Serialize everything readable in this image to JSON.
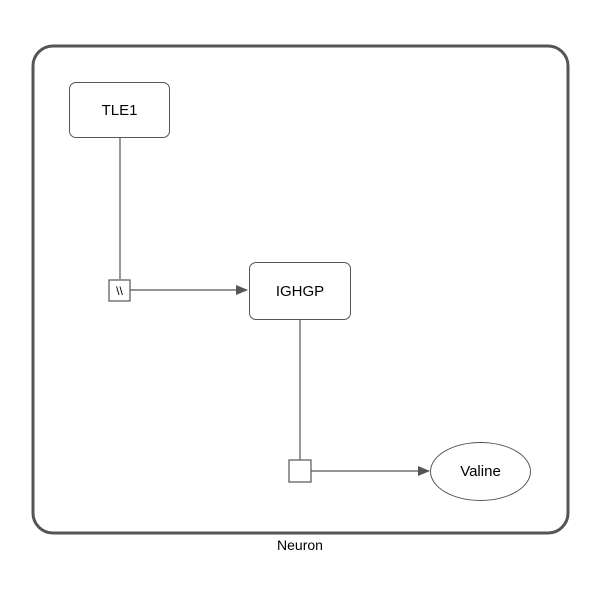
{
  "compartment": {
    "label": "Neuron"
  },
  "nodes": {
    "tle1": {
      "label": "TLE1",
      "shape": "rounded-rectangle"
    },
    "ighgp": {
      "label": "IGHGP",
      "shape": "rounded-rectangle"
    },
    "valine": {
      "label": "Valine",
      "shape": "ellipse"
    }
  },
  "processes": {
    "inhibition_glyph": {
      "symbol": "\\\\"
    },
    "conversion_glyph": {
      "symbol": ""
    }
  },
  "colors": {
    "stroke": "#555555",
    "compartment_stroke": "#555555",
    "background": "#ffffff",
    "text": "#000000"
  }
}
